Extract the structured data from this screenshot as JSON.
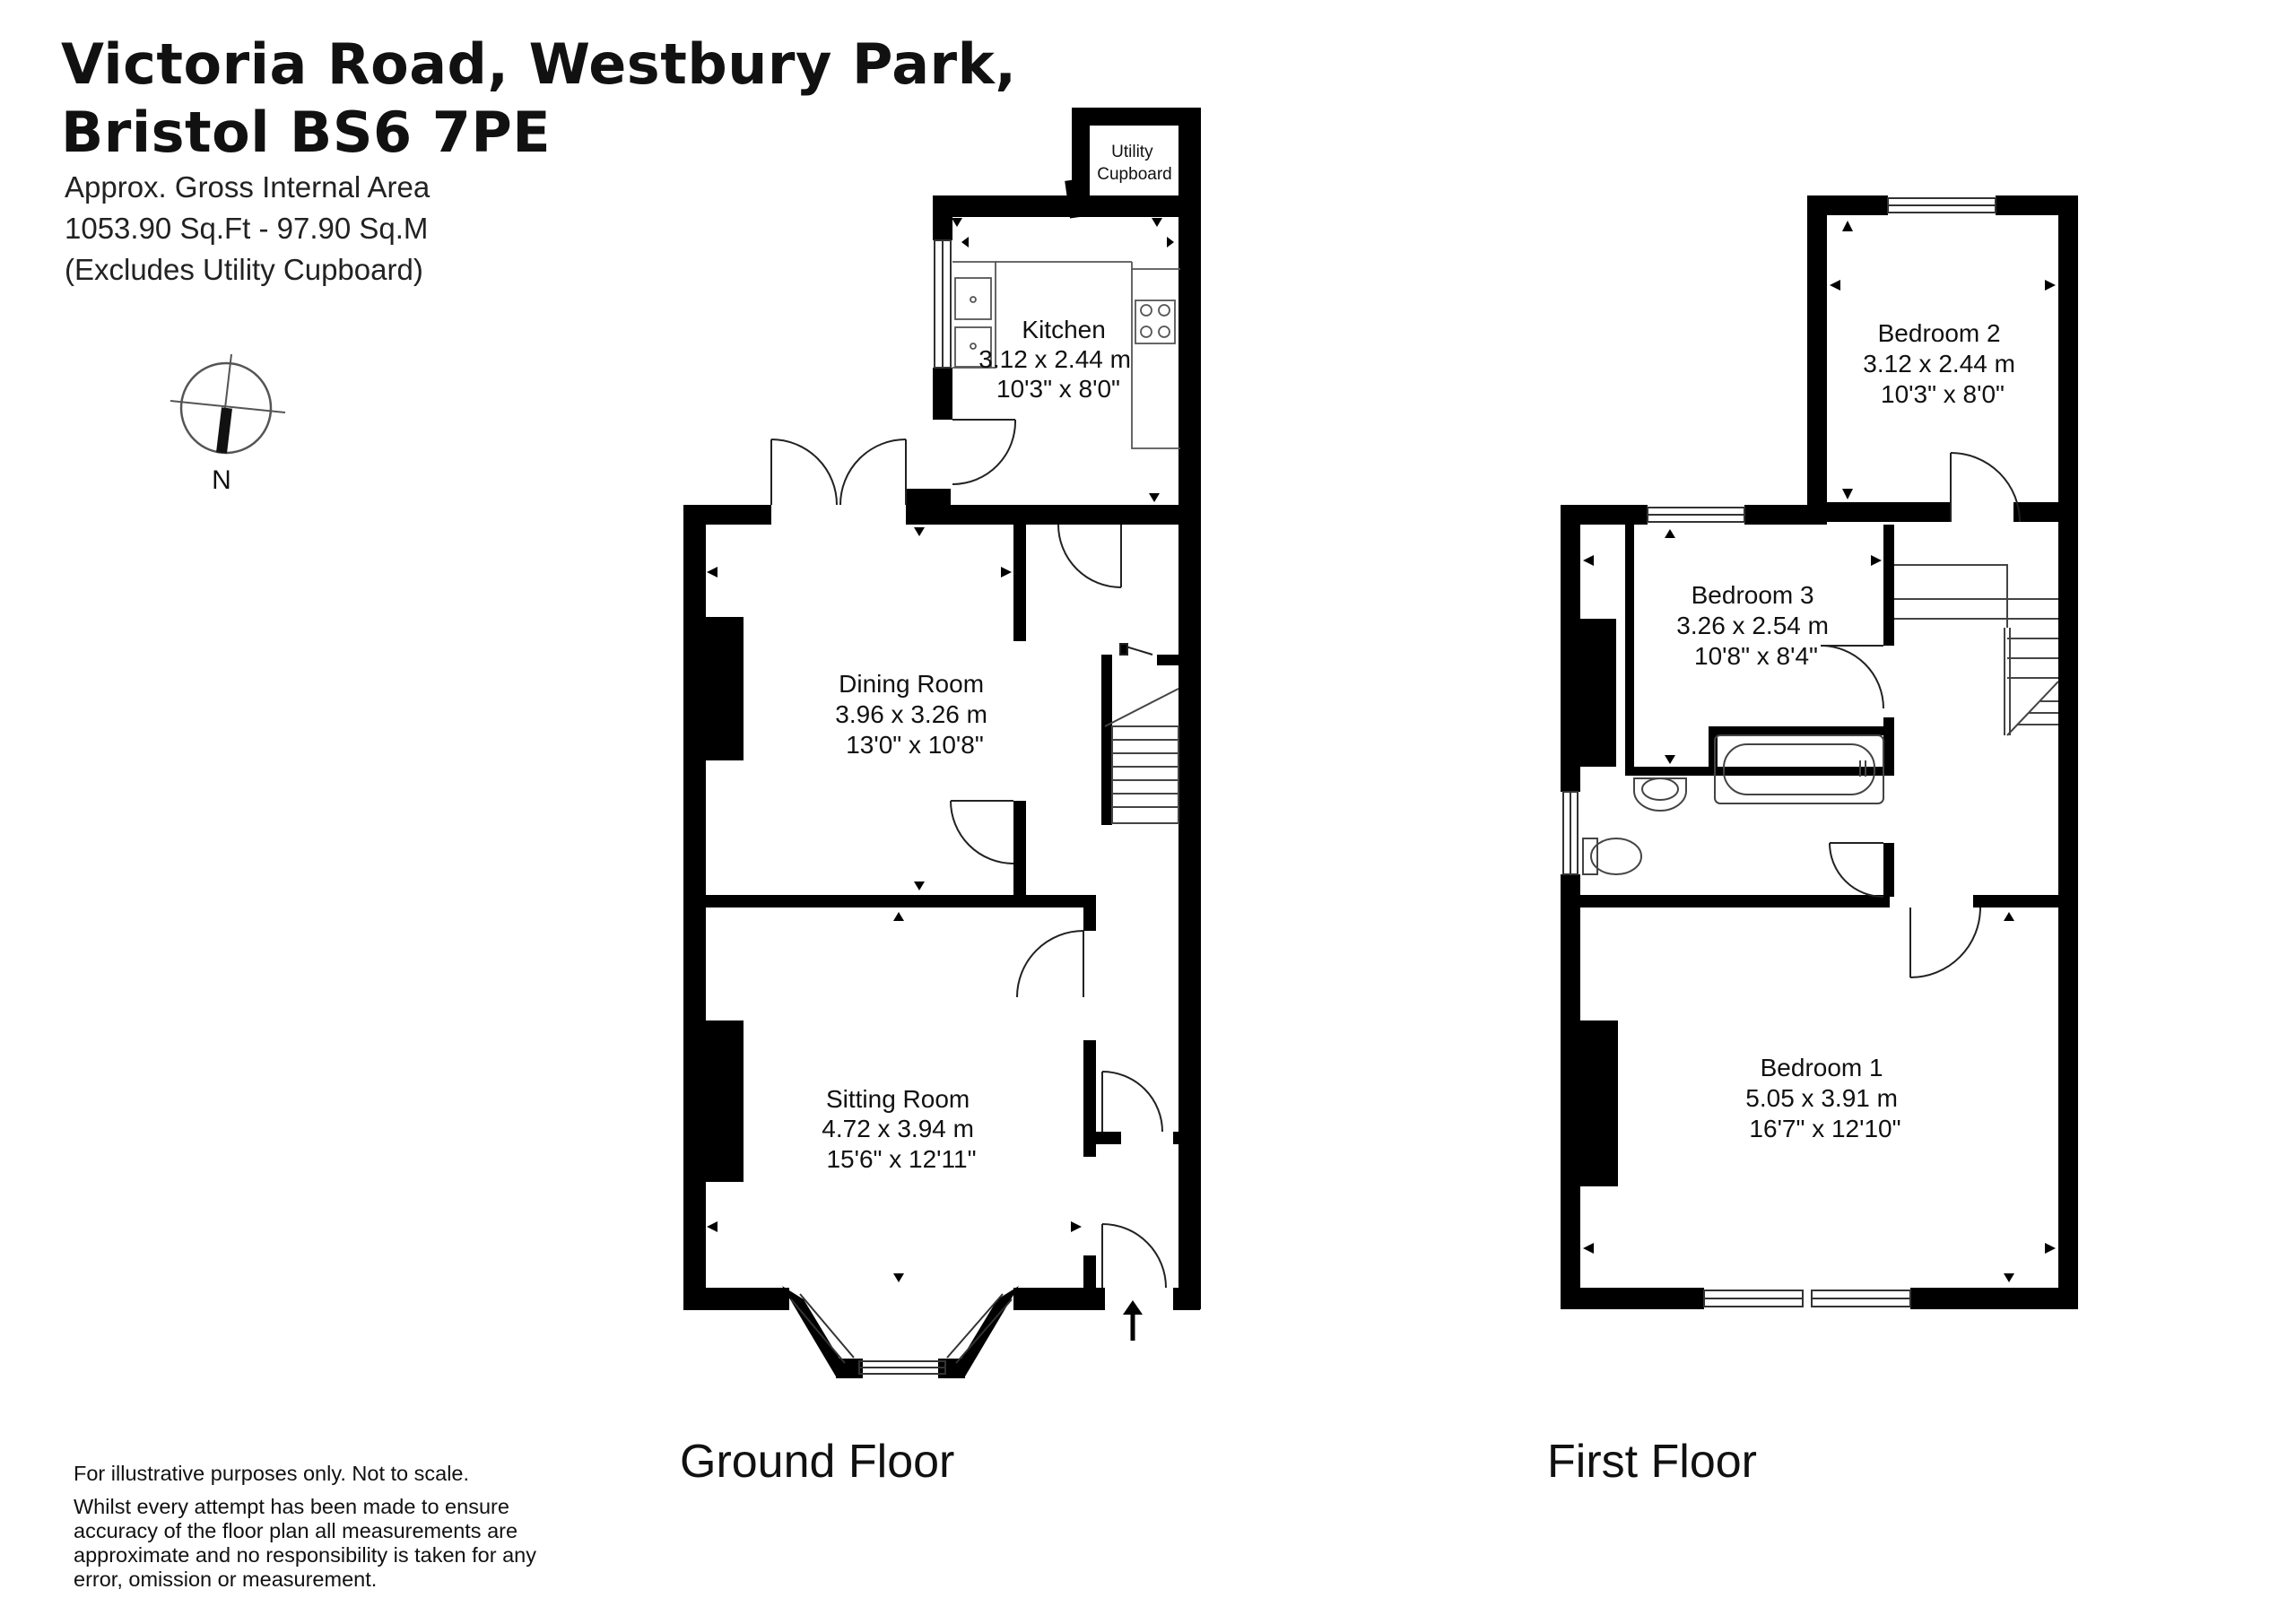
{
  "header": {
    "title_line1": "Victoria Road, Westbury Park,",
    "title_line2": "Bristol BS6 7PE",
    "area_line1": "Approx. Gross Internal Area",
    "area_line2": "1053.90 Sq.Ft - 97.90 Sq.M",
    "area_line3": "(Excludes Utility Cupboard)"
  },
  "compass": {
    "label": "N"
  },
  "ground_floor": {
    "label": "Ground Floor",
    "rooms": {
      "utility": {
        "name_line1": "Utility",
        "name_line2": "Cupboard"
      },
      "kitchen": {
        "name": "Kitchen",
        "metric": "3.12 x 2.44 m",
        "imperial": "10'3\" x 8'0\""
      },
      "dining": {
        "name": "Dining Room",
        "metric": "3.96 x 3.26 m",
        "imperial": "13'0\" x 10'8\""
      },
      "sitting": {
        "name": "Sitting Room",
        "metric": "4.72 x 3.94 m",
        "imperial": "15'6\" x 12'11\""
      }
    }
  },
  "first_floor": {
    "label": "First Floor",
    "rooms": {
      "bedroom2": {
        "name": "Bedroom 2",
        "metric": "3.12 x 2.44 m",
        "imperial": "10'3\" x 8'0\""
      },
      "bedroom3": {
        "name": "Bedroom 3",
        "metric": "3.26 x 2.54 m",
        "imperial": "10'8\" x 8'4\""
      },
      "bedroom1": {
        "name": "Bedroom 1",
        "metric": "5.05 x 3.91 m",
        "imperial": "16'7\" x 12'10\""
      }
    }
  },
  "disclaimer": {
    "line1": "For illustrative purposes only. Not to scale.",
    "line2": "Whilst every attempt has been made to ensure accuracy of the floor plan all measurements are approximate and no responsibility is taken for any error, omission or measurement."
  }
}
